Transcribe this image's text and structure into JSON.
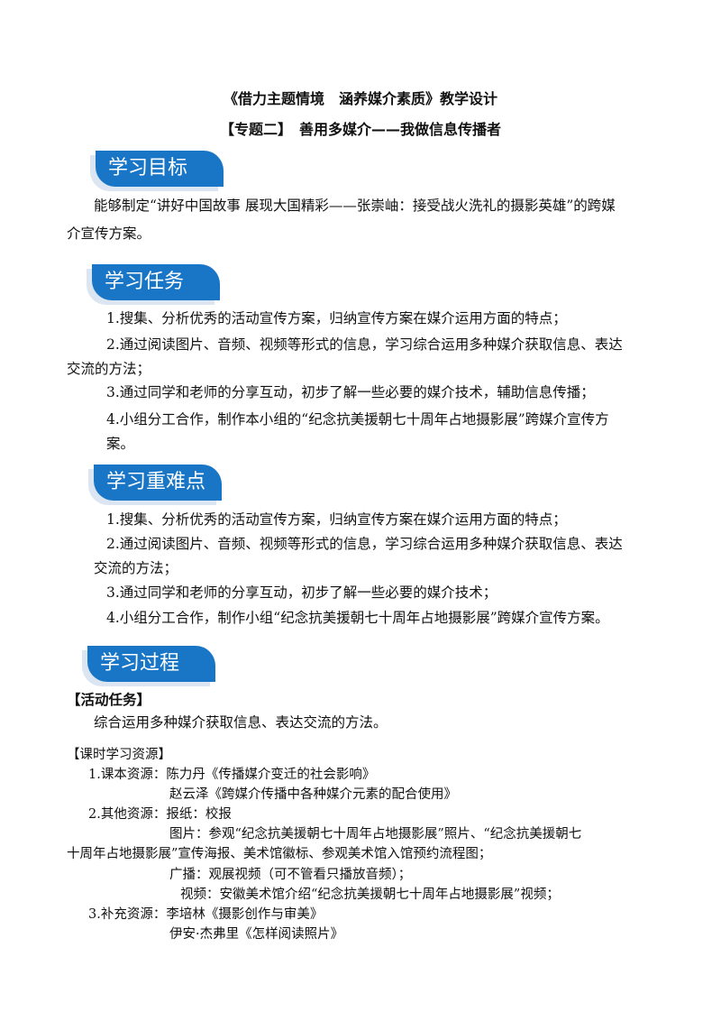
{
  "header": {
    "title": "《借力主题情境　涵养媒介素质》教学设计",
    "subtitle": "【专题二】　善用多媒介——我做信息传播者"
  },
  "objectives": {
    "heading": "学习目标",
    "lines": [
      "能够制定“讲好中国故事 展现大国精彩——张崇岫：接受战火洗礼的摄影英雄”的跨媒",
      "介宣传方案。"
    ]
  },
  "tasks": {
    "heading": "学习任务",
    "lines": [
      "1.搜集、分析优秀的活动宣传方案，归纳宣传方案在媒介运用方面的特点；",
      "2.通过阅读图片、音频、视频等形式的信息，学习综合运用多种媒介获取信息、表达",
      "交流的方法；",
      "3.通过同学和老师的分享互动，初步了解一些必要的媒介技术，辅助信息传播；",
      "4.小组分工合作，制作本小组的“纪念抗美援朝七十周年占地摄影展”跨媒介宣传方",
      "案。"
    ]
  },
  "key_points": {
    "heading": "学习重难点",
    "lines": [
      "1.搜集、分析优秀的活动宣传方案，归纳宣传方案在媒介运用方面的特点；",
      "2.通过阅读图片、音频、视频等形式的信息，学习综合运用多种媒介获取信息、表达",
      "交流的方法；",
      "3.通过同学和老师的分享互动，初步了解一些必要的媒介技术；",
      "4.小组分工合作，制作小组“纪念抗美援朝七十周年占地摄影展”跨媒介宣传方案。"
    ]
  },
  "process": {
    "heading": "学习过程",
    "activity_label": "【活动任务】",
    "activity_text": "综合运用多种媒介获取信息、表达交流的方法。",
    "resources_label": "【课时学习资源】",
    "resources": [
      "1.课本资源：陈力丹《传播媒介变迁的社会影响》",
      "赵云泽《跨媒介传播中各种媒介元素的配合使用》",
      "2.其他资源：报纸：校报",
      "图片：参观“纪念抗美援朝七十周年占地摄影展”照片、“纪念抗美援朝七",
      "十周年占地摄影展”宣传海报、美术馆徽标、参观美术馆入馆预约流程图；",
      "广播：观展视频（可不管看只播放音频）；",
      "视频：安徽美术馆介绍“纪念抗美援朝七十周年占地摄影展”视频；",
      "3.补充资源：李培林《摄影创作与审美》",
      "伊安·杰弗里《怎样阅读照片》"
    ]
  },
  "colors": {
    "accent": "#1976c6",
    "shadow": "#dce6f2"
  }
}
